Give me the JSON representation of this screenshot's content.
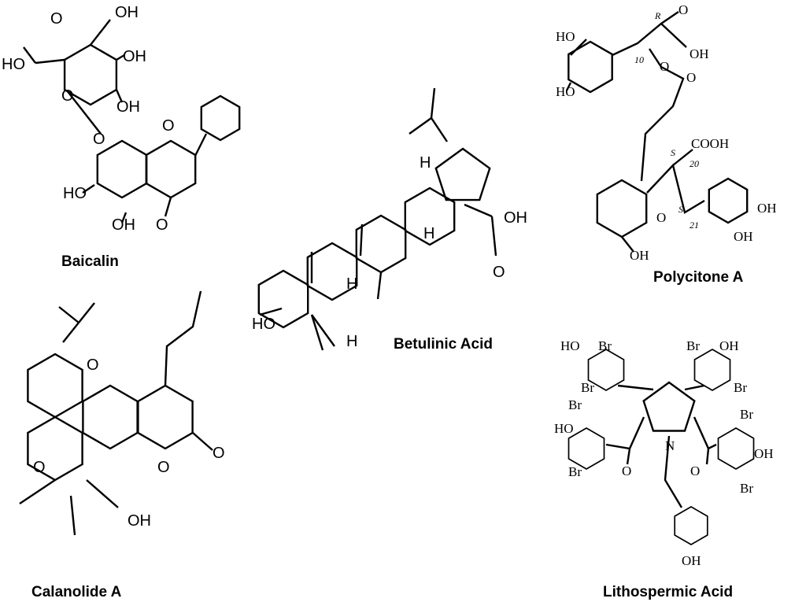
{
  "compounds": {
    "baicalin": {
      "name": "Baicalin",
      "atoms": [
        "HO",
        "OH",
        "OH",
        "OH",
        "O",
        "O",
        "O",
        "HO",
        "OH",
        "O",
        "O"
      ]
    },
    "betulinic": {
      "name": "Betulinic Acid",
      "atoms": [
        "H",
        "H",
        "H",
        "H",
        "HO",
        "OH",
        "O"
      ]
    },
    "polycitone": {
      "name": "Polycitone A",
      "atoms": [
        "HO",
        "HO",
        "R",
        "O",
        "OH",
        "10",
        "O",
        "O",
        "COOH",
        "S",
        "20",
        "S",
        "21",
        "O",
        "OH",
        "OH",
        "OH"
      ]
    },
    "calanolide": {
      "name": "Calanolide A",
      "atoms": [
        "O",
        "O",
        "O",
        "O",
        "OH"
      ]
    },
    "lithospermic": {
      "name": "Lithospermic Acid",
      "atoms": [
        "HO",
        "Br",
        "Br",
        "OH",
        "Br",
        "Br",
        "Br",
        "HO",
        "Br",
        "O",
        "N",
        "O",
        "OH",
        "Br",
        "Br",
        "OH"
      ]
    }
  }
}
